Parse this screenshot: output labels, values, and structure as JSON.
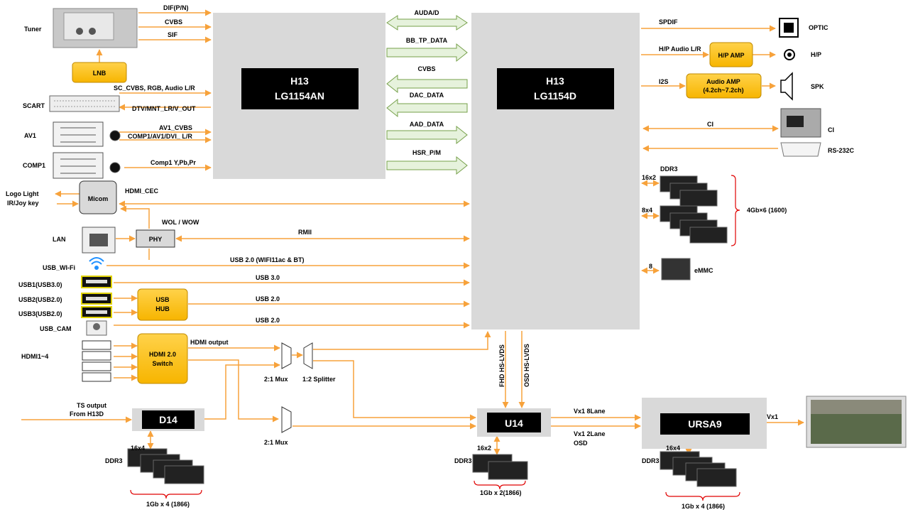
{
  "chips": {
    "h13_an": {
      "line1": "H13",
      "line2": "LG1154AN"
    },
    "h13_d": {
      "line1": "H13",
      "line2": "LG1154D"
    },
    "d14": "D14",
    "u14": "U14",
    "ursa9": "URSA9"
  },
  "blocks": {
    "lnb": "LNB",
    "micom": "Micom",
    "phy": "PHY",
    "usb_hub": [
      "USB",
      "HUB"
    ],
    "hdmi_switch": [
      "HDMI 2.0",
      "Switch"
    ],
    "hp_amp": "H/P AMP",
    "audio_amp": [
      "Audio AMP",
      "(4.2ch~7.2ch)"
    ]
  },
  "left_labels": {
    "tuner": "Tuner",
    "scart": "SCART",
    "av1": "AV1",
    "comp1": "COMP1",
    "logo_light": "Logo Light",
    "ir_joy": "IR/Joy key",
    "lan": "LAN",
    "usb_wifi": "USB_WI-Fi",
    "usb1": "USB1(USB3.0)",
    "usb2": "USB2(USB2.0)",
    "usb3": "USB3(USB2.0)",
    "usb_cam": "USB_CAM",
    "hdmi": "HDMI1~4",
    "ts_output": [
      "TS output",
      "From H13D"
    ]
  },
  "signals": {
    "dif": "DIF(P/N)",
    "cvbs_tuner": "CVBS",
    "sif": "SIF",
    "sc_cvbs": "SC_CVBS, RGB, Audio L/R",
    "dtv_out": "DTV/MNT_LR/V_OUT",
    "av1_cvbs": "AV1_CVBS",
    "comp_av_dvi": "COMP1/AV1/DVI_ L/R",
    "comp1_ypbpr": "Comp1 Y,Pb,Pr",
    "hdmi_cec": "HDMI_CEC",
    "wol": "WOL / WOW",
    "rmii": "RMII",
    "usb20_wifi": "USB 2.0 (WIFI11ac & BT)",
    "usb30": "USB 3.0",
    "usb20_hub": "USB 2.0",
    "usb20_cam": "USB 2.0",
    "hdmi_output": "HDMI output",
    "mux1": "2:1 Mux",
    "splitter": "1:2 Splitter",
    "mux2": "2:1 Mux",
    "fhd_lvds": "FHD HS-LVDS",
    "osd_lvds": "OSD HS-LVDS",
    "vx1_8lane": "Vx1 8Lane",
    "vx1_2lane": [
      "Vx1 2Lane",
      "OSD"
    ],
    "vx1": "Vx1"
  },
  "inter_chip": [
    "AUDA/D",
    "BB_TP_DATA",
    "CVBS",
    "DAC_DATA",
    "AAD_DATA",
    "HSR_P/M"
  ],
  "right_labels": {
    "spdif": "SPDIF",
    "optic": "OPTIC",
    "hp_audio": "H/P Audio L/R",
    "hp": "H/P",
    "i2s": "I2S",
    "spk": "SPK",
    "ci_sig": "CI",
    "ci": "CI",
    "rs232": "RS-232C",
    "ddr3": "DDR3",
    "x16x2": "16x2",
    "x8x4": "8x4",
    "ddr_size": "4Gb×6 (1600)",
    "emmc_bits": "8",
    "emmc": "eMMC"
  },
  "memory": {
    "d14": {
      "bus": "16x4",
      "type": "DDR3",
      "size": "1Gb x 4 (1866)"
    },
    "u14": {
      "bus": "16x2",
      "type": "DDR3",
      "size": "1Gb x 2(1866)"
    },
    "ursa9": {
      "bus": "16x4",
      "type": "DDR3",
      "size": "1Gb x 4 (1866)"
    }
  },
  "colors": {
    "arrow": "#f7a23b",
    "chip_fill": "#000000",
    "chip_area": "#d9d9d9",
    "block_fill": "#ffc000",
    "bus_fill": "#e6f2dc",
    "bus_stroke": "#76a04a",
    "bracket": "#e00000"
  }
}
